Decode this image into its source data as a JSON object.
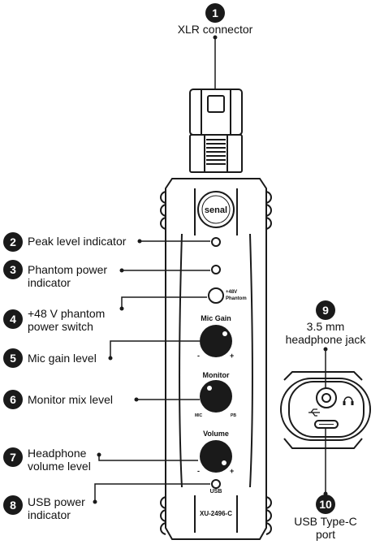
{
  "callouts": [
    {
      "number": "1",
      "label": "XLR connector"
    },
    {
      "number": "2",
      "label": "Peak level indicator"
    },
    {
      "number": "3",
      "label_line1": "Phantom power",
      "label_line2": "indicator"
    },
    {
      "number": "4",
      "label_line1": "+48 V phantom",
      "label_line2": "power switch"
    },
    {
      "number": "5",
      "label": "Mic gain level"
    },
    {
      "number": "6",
      "label": "Monitor mix level"
    },
    {
      "number": "7",
      "label_line1": "Headphone",
      "label_line2": "volume level"
    },
    {
      "number": "8",
      "label_line1": "USB power",
      "label_line2": "indicator"
    },
    {
      "number": "9",
      "label_line1": "3.5 mm",
      "label_line2": "headphone jack"
    },
    {
      "number": "10",
      "label_line1": "USB Type-C",
      "label_line2": "port"
    }
  ],
  "device": {
    "brand_logo": "senal",
    "phantom_switch_label_line1": "+48V",
    "phantom_switch_label_line2": "Phantom",
    "mic_gain_label": "Mic Gain",
    "monitor_label": "Monitor",
    "monitor_left_label": "MIC",
    "monitor_right_label": "PB",
    "volume_label": "Volume",
    "minus_sign": "-",
    "plus_sign": "+",
    "usb_label": "USB",
    "model": "XU-2496-C"
  },
  "colors": {
    "outline": "#1a1a1a",
    "body_fill": "#ffffff",
    "knob_fill": "#1a1a1a",
    "badge_fill": "#1a1a1a"
  }
}
